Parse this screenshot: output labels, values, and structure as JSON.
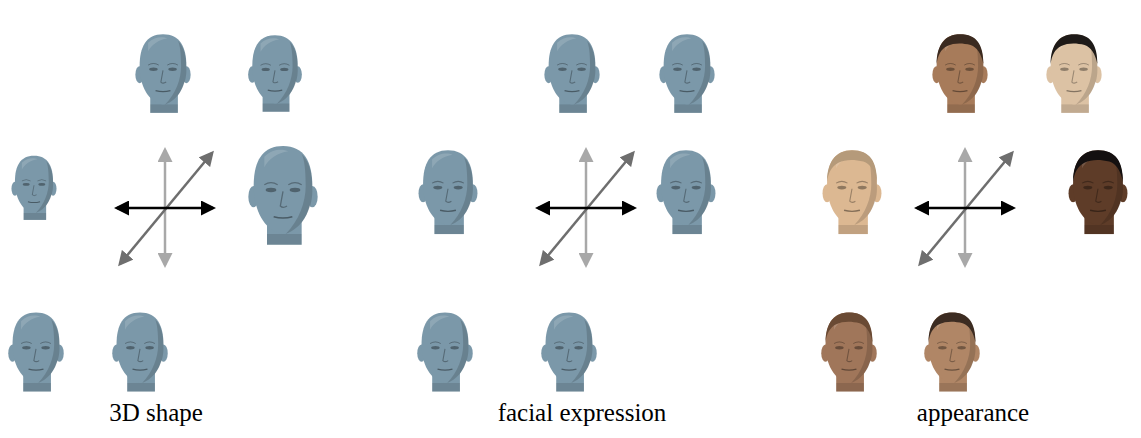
{
  "diagram": {
    "labels": [
      "3D shape",
      "facial expression",
      "appearance"
    ]
  }
}
